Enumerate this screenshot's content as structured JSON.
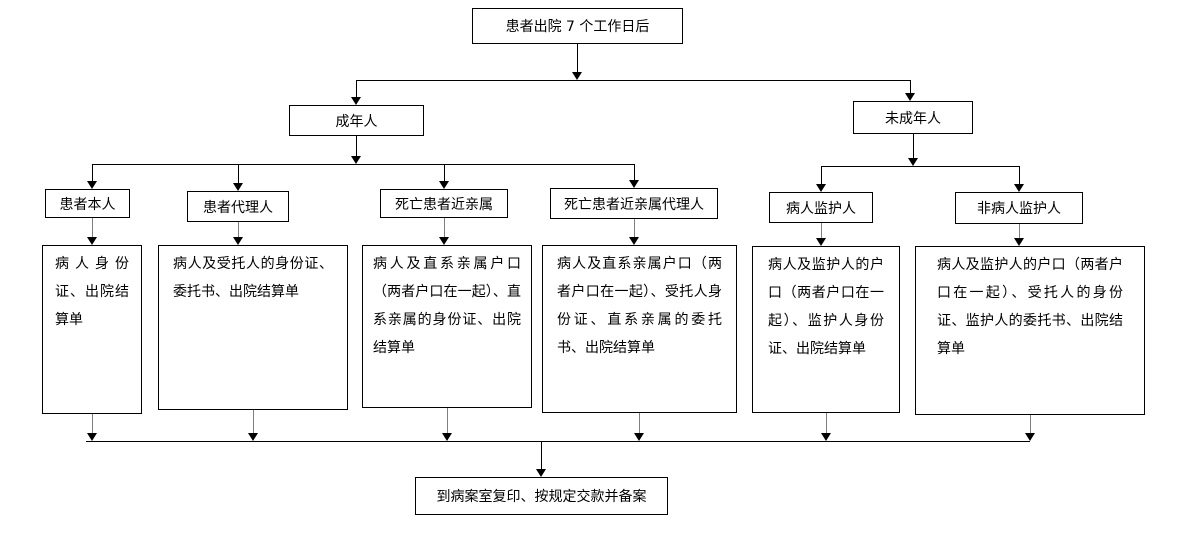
{
  "flowchart": {
    "start": {
      "label": "患者出院 7 个工作日后"
    },
    "branches": [
      {
        "label": "成年人"
      },
      {
        "label": "未成年人"
      }
    ],
    "categories": [
      {
        "label": "患者本人",
        "requirements": "病人身份证、出院结算单"
      },
      {
        "label": "患者代理人",
        "requirements": "病人及受托人的身份证、委托书、出院结算单"
      },
      {
        "label": "死亡患者近亲属",
        "requirements": "病人及直系亲属户口（两者户口在一起）、直系亲属的身份证、出院结算单"
      },
      {
        "label": "死亡患者近亲属代理人",
        "requirements": "病人及直系亲属户口（两者户口在一起）、受托人身份证、直系亲属的委托书、出院结算单"
      },
      {
        "label": "病人监护人",
        "requirements": "病人及监护人的户口（两者户口在一起）、监护人身份证、出院结算单"
      },
      {
        "label": "非病人监护人",
        "requirements": "病人及监护人的户口（两者户口在一起）、受托人的身份证、监护人的委托书、出院结算单"
      }
    ],
    "end": {
      "label": "到病案室复印、按规定交款并备案"
    },
    "colors": {
      "line": "#000000",
      "stem_line": "#7f7f7f",
      "border": "#000000",
      "background": "#ffffff",
      "text": "#000000"
    }
  }
}
